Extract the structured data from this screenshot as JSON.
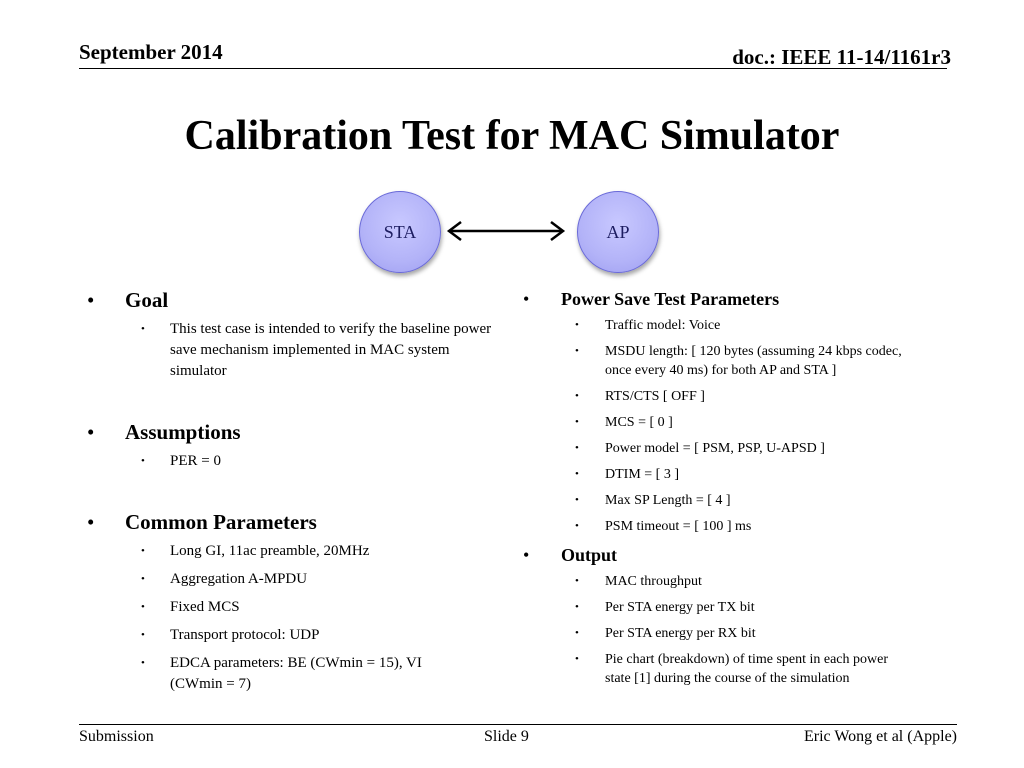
{
  "header": {
    "date": "September 2014",
    "doc": "doc.: IEEE 11-14/1161r3"
  },
  "title": "Calibration Test for MAC Simulator",
  "diagram": {
    "node_left": "STA",
    "node_right": "AP",
    "node_color": "#b3b3f8"
  },
  "left": {
    "goal": {
      "heading": "Goal",
      "items": [
        "This test case is intended to verify the baseline power save mechanism implemented in MAC system simulator"
      ]
    },
    "assumptions": {
      "heading": "Assumptions",
      "items": [
        "PER = 0"
      ]
    },
    "common": {
      "heading": "Common Parameters",
      "items": [
        "Long GI, 11ac preamble, 20MHz",
        "Aggregation A-MPDU",
        "Fixed MCS",
        "Transport protocol: UDP",
        "EDCA parameters: BE (CWmin = 15), VI (CWmin = 7)"
      ]
    }
  },
  "right": {
    "psp": {
      "heading": "Power Save Test Parameters",
      "items": [
        "Traffic model: Voice",
        "MSDU length: [ 120 bytes (assuming 24 kbps codec, once every 40 ms) for both AP and STA ]",
        "RTS/CTS [ OFF ]",
        "MCS = [ 0 ]",
        "Power model = [ PSM, PSP, U-APSD ]",
        "DTIM = [ 3 ]",
        "Max SP Length = [ 4 ]",
        "PSM timeout = [ 100 ] ms"
      ]
    },
    "output": {
      "heading": "Output",
      "items": [
        "MAC throughput",
        "Per STA energy per TX bit",
        "Per STA energy per RX bit",
        "Pie chart (breakdown) of time spent in each power state [1] during the course of the simulation"
      ]
    }
  },
  "footer": {
    "left": "Submission",
    "center": "Slide 9",
    "right": "Eric Wong et al (Apple)"
  }
}
